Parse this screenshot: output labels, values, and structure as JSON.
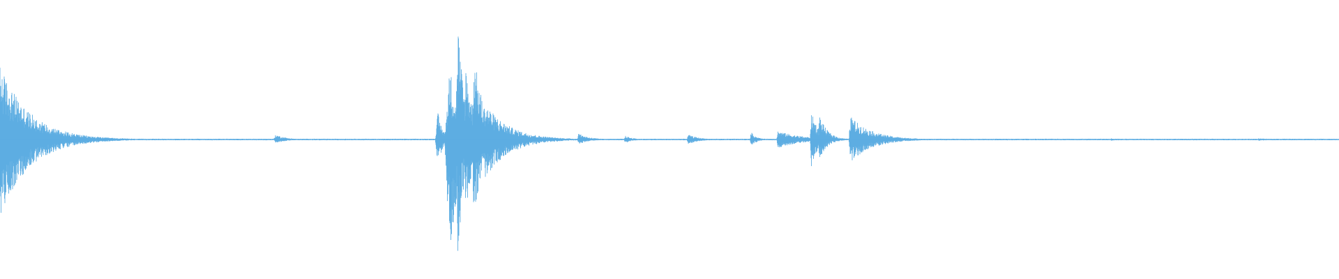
{
  "waveform": {
    "color": "#5dade2",
    "baseline_amplitude": 0.006,
    "duration_fraction_end": 1.0,
    "events": [
      {
        "position": 0.0,
        "peak_up": 0.6,
        "peak_down": 0.62,
        "rise": 0.001,
        "decay": 0.022,
        "density": 1.0
      },
      {
        "position": 0.206,
        "peak_up": 0.04,
        "peak_down": 0.03,
        "rise": 0.002,
        "decay": 0.008,
        "density": 0.6
      },
      {
        "position": 0.327,
        "peak_up": 0.22,
        "peak_down": 0.2,
        "rise": 0.002,
        "decay": 0.004,
        "density": 1.0
      },
      {
        "position": 0.336,
        "peak_up": 0.6,
        "peak_down": 0.98,
        "rise": 0.004,
        "decay": 0.007,
        "density": 1.0
      },
      {
        "position": 0.342,
        "peak_up": 0.98,
        "peak_down": 0.95,
        "rise": 0.002,
        "decay": 0.005,
        "density": 1.0
      },
      {
        "position": 0.348,
        "peak_up": 0.62,
        "peak_down": 0.58,
        "rise": 0.002,
        "decay": 0.006,
        "density": 1.0
      },
      {
        "position": 0.354,
        "peak_up": 0.7,
        "peak_down": 0.62,
        "rise": 0.002,
        "decay": 0.008,
        "density": 1.0
      },
      {
        "position": 0.362,
        "peak_up": 0.3,
        "peak_down": 0.32,
        "rise": 0.002,
        "decay": 0.018,
        "density": 1.0
      },
      {
        "position": 0.432,
        "peak_up": 0.05,
        "peak_down": 0.04,
        "rise": 0.001,
        "decay": 0.008,
        "density": 0.8
      },
      {
        "position": 0.467,
        "peak_up": 0.03,
        "peak_down": 0.03,
        "rise": 0.001,
        "decay": 0.006,
        "density": 0.7
      },
      {
        "position": 0.514,
        "peak_up": 0.04,
        "peak_down": 0.04,
        "rise": 0.001,
        "decay": 0.008,
        "density": 0.7
      },
      {
        "position": 0.561,
        "peak_up": 0.06,
        "peak_down": 0.06,
        "rise": 0.001,
        "decay": 0.004,
        "density": 0.9
      },
      {
        "position": 0.581,
        "peak_up": 0.07,
        "peak_down": 0.07,
        "rise": 0.001,
        "decay": 0.018,
        "density": 0.9
      },
      {
        "position": 0.606,
        "peak_up": 0.22,
        "peak_down": 0.22,
        "rise": 0.001,
        "decay": 0.006,
        "density": 1.0
      },
      {
        "position": 0.612,
        "peak_up": 0.2,
        "peak_down": 0.16,
        "rise": 0.001,
        "decay": 0.006,
        "density": 1.0
      },
      {
        "position": 0.635,
        "peak_up": 0.19,
        "peak_down": 0.19,
        "rise": 0.001,
        "decay": 0.016,
        "density": 1.0
      },
      {
        "position": 0.83,
        "peak_up": 0.01,
        "peak_down": 0.01,
        "rise": 0.001,
        "decay": 0.01,
        "density": 0.5
      },
      {
        "position": 0.94,
        "peak_up": 0.01,
        "peak_down": 0.01,
        "rise": 0.001,
        "decay": 0.01,
        "density": 0.5
      }
    ]
  }
}
